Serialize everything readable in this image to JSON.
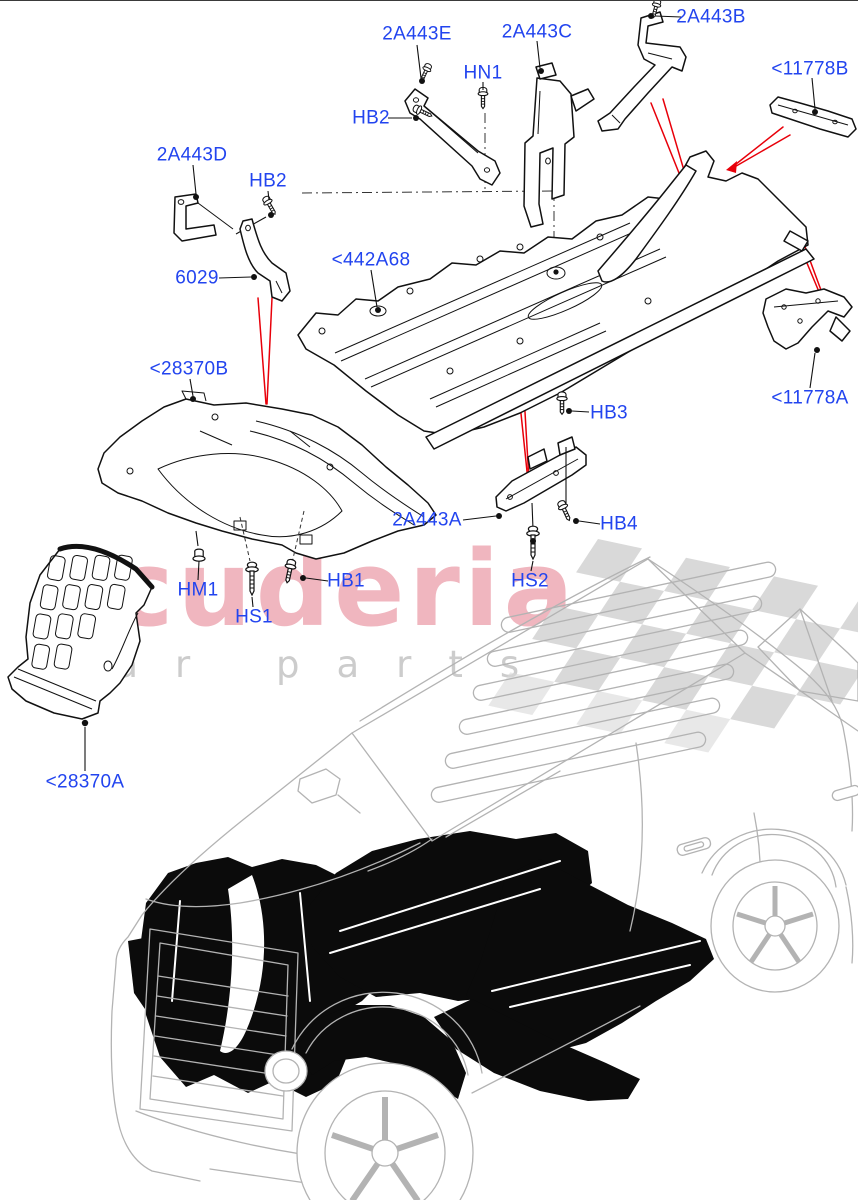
{
  "watermark": {
    "brand": "scuderia",
    "tagline": "car parts"
  },
  "colors": {
    "label_blue": "#2244ef",
    "callout_red": "#e8000a",
    "art_black": "#111111",
    "vehicle_gray": "#b3b3b3",
    "watermark_pink": "#f0b6bf",
    "watermark_gray": "#cccccc",
    "checker_gray": "#d9d9d9"
  },
  "part_labels": [
    {
      "text": "2A443E"
    },
    {
      "text": "HB2"
    },
    {
      "text": "HN1"
    },
    {
      "text": "2A443C"
    },
    {
      "text": "2A443B"
    },
    {
      "text": "<11778B"
    },
    {
      "text": "2A443D"
    },
    {
      "text": "HB2"
    },
    {
      "text": "6029"
    },
    {
      "text": "<442A68"
    },
    {
      "text": "<28370B"
    },
    {
      "text": "HB3"
    },
    {
      "text": "<11778A"
    },
    {
      "text": "2A443A"
    },
    {
      "text": "HB4"
    },
    {
      "text": "HS2"
    },
    {
      "text": "HM1"
    },
    {
      "text": "HS1"
    },
    {
      "text": "HB1"
    },
    {
      "text": "<28370A"
    }
  ]
}
